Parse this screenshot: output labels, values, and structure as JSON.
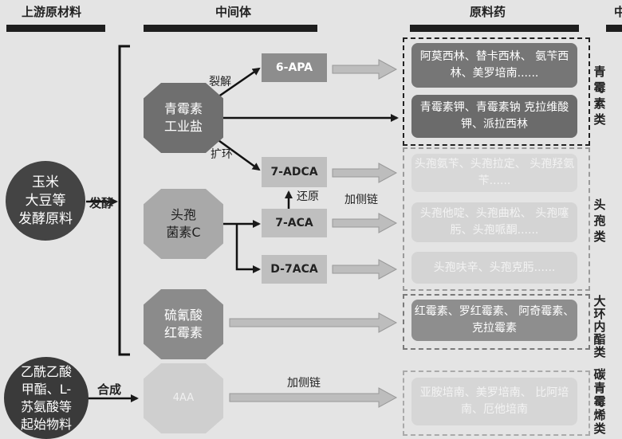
{
  "headers": {
    "upstream": "上游原材料",
    "intermediate": "中间体",
    "api": "原料药",
    "cut": "中"
  },
  "sources": {
    "fermentation_material": "玉米\n大豆等\n发酵原料",
    "synthesis_material": "乙酰乙酸\n甲酯、L-\n苏氨酸等\n起始物料"
  },
  "processes": {
    "fermentation": "发酵",
    "synthesis": "合成",
    "cracking": "裂解",
    "ring_expansion": "扩环",
    "reduction": "还原",
    "add_side_chain_1": "加侧链",
    "add_side_chain_2": "加侧链"
  },
  "intermediates": {
    "penicillin_industrial_salt": "青霉素\n工业盐",
    "cephalosporin_c": "头孢\n菌素C",
    "erythromycin_thiocyanate": "硫氰酸\n红霉素",
    "aa4": "4AA",
    "apa6": "6-APA",
    "adca7": "7-ADCA",
    "aca7": "7-ACA",
    "d7aca": "D-7ACA"
  },
  "apis": {
    "penicillin_1": "阿莫西林、替卡西林、\n氨苄西林、美罗培南......",
    "penicillin_2": "青霉素钾、青霉素钠\n克拉维酸钾、派拉西林",
    "cephalosporin_1": "头孢氨苄、头孢拉定、\n头孢羟氨苄......",
    "cephalosporin_2": "头孢他啶、头孢曲松、\n头孢噻肟、头孢哌酮......",
    "cephalosporin_3": "头孢呋辛、头孢克肟......",
    "macrolide": "红霉素、罗红霉素、\n阿奇霉素、克拉霉素",
    "carbapenem": "亚胺培南、美罗培南、\n比阿培南、厄他培南"
  },
  "categories": {
    "penicillins": "青\n霉\n素\n类",
    "cephalosporins": "头\n孢\n类",
    "macrolides": "大\n环\n内\n酯\n类",
    "carbapenems": "碳\n青\n霉\n烯\n类"
  }
}
